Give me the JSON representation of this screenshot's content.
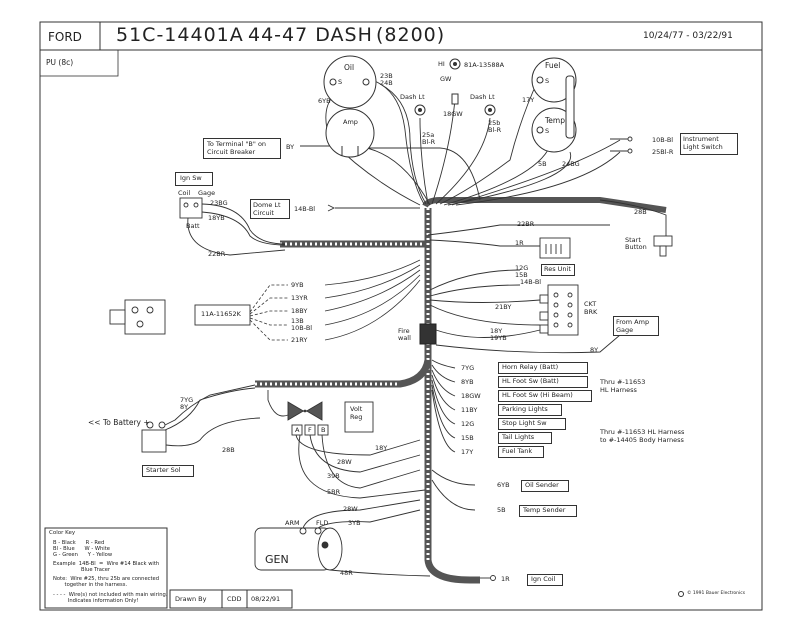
{
  "header": {
    "make": "FORD",
    "part_number": "51C-14401A",
    "title": "44-47 DASH",
    "code": "(8200)",
    "dates": "10/24/77 - 03/22/91",
    "pu": "PU (8c)"
  },
  "gauges": {
    "oil": "Oil",
    "amp": "Amp",
    "fuel": "Fuel",
    "temp": "Temp",
    "s": "S"
  },
  "top_labels": {
    "oil_wire": "6YB",
    "dash_lt_1": "Dash Lt",
    "dash_lt_2": "Dash Lt",
    "w23b_24b": "23B\n24B",
    "w25a": "25a\nBl-R",
    "w25b": "25b\nBl-R",
    "hi": "HI",
    "gw": "GW",
    "part_13588": "81A-13588A",
    "w18gw": "18GW",
    "w17y": "17Y",
    "w5b": "5B",
    "w24bg": "24BG",
    "to_terminal_b": "To Terminal \"B\" on\nCircuit Breaker",
    "by": "BY",
    "w10b_bl": "10B-Bl",
    "w25bl_r": "25Bl-R",
    "instrument_light_switch": "Instrument\nLight Switch"
  },
  "left_labels": {
    "ign_sw": "Ign Sw",
    "coil": "Coil",
    "gage": "Gage",
    "batt": "Batt",
    "w23bg": "23BG",
    "w18yb": "18YB",
    "w22br": "22BR",
    "dome_lt_circuit": "Dome Lt\nCircuit",
    "w14b_bl": "14B-Bl",
    "w22br_top": "22BR",
    "w28b": "28B",
    "start_button": "Start\nButton",
    "w1r": "1R",
    "res_unit": "Res Unit",
    "w12g": "12G",
    "w15b": "15B",
    "w14b_bl_2": "14B-Bl",
    "ckt_brk": "CKT\nBRK",
    "w21by": "21BY",
    "w18y": "18Y",
    "w19yb": "19YB",
    "from_amp_gage": "From Amp\nGage",
    "w8y": "8Y"
  },
  "switch": {
    "part": "11A-11652K",
    "wires": [
      "9YB",
      "13YR",
      "18BY",
      "13B\n10B-Bl",
      "21RY"
    ],
    "firewall": "Fire\nwall"
  },
  "right_circuits": {
    "wires": [
      "7YG",
      "8YB",
      "18GW",
      "11BY",
      "12G",
      "15B",
      "17Y"
    ],
    "labels": [
      "Horn Relay (Batt)",
      "HL Foot Sw (Batt)",
      "HL Foot Sw (Hi Beam)",
      "Parking Lights",
      "Stop Light Sw",
      "Tail Lights",
      "Fuel Tank"
    ],
    "group1_note": "Thru #-11653\nHL Harness",
    "group2_note": "Thru #-11653 HL Harness\nto #-14405 Body Harness"
  },
  "lower_labels": {
    "to_battery": "<< To Battery +",
    "w7yg": "7YG",
    "w8y": "8Y",
    "starter_sol": "Starter Sol",
    "w28b": "28B",
    "volt_reg": "Volt\nReg",
    "a": "A",
    "f": "F",
    "b": "B",
    "w18y": "18Y",
    "w28w": "28W",
    "w39b": "39B",
    "w5br": "5BR",
    "w6yb": "6YB",
    "oil_sender": "Oil Sender",
    "w5b": "5B",
    "temp_sender": "Temp Sender",
    "w28w_gen": "28W",
    "w3yb": "3YB",
    "arm": "ARM",
    "fld": "FLD",
    "gen": "GEN",
    "w48r": "48R",
    "w1r": "1R",
    "ign_coil": "Ign Coil"
  },
  "color_key": {
    "title": "Color Key",
    "lines": [
      "B - Black      R - Red",
      "Bl - Blue      W - White",
      "G - Green      Y - Yellow",
      "Example  14B-Bl  =  Wire #14 Black with",
      "                 Blue Tracer",
      "Note:  Wire #25, thru 25b are connected",
      "       together in the harness.",
      "- - - -  Wire(s) not included with main wiring.",
      "         Indicates information Only!"
    ]
  },
  "footer": {
    "drawn_by": "Drawn By",
    "initials": "CDD",
    "date": "08/22/91",
    "copyright": "© 1991 Bauer Electronics"
  }
}
